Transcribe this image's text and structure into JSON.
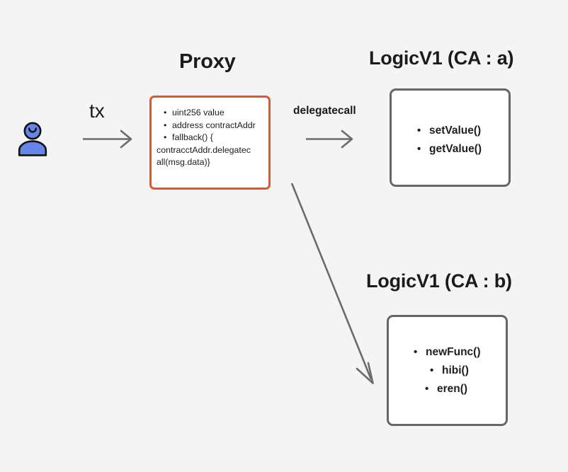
{
  "diagram": {
    "background_color": "#f4f4f4",
    "accent_orange": "#e2552b",
    "box_gray": "#666666",
    "arrow_gray": "#6b6b6b",
    "actor": {
      "icon": "person-icon",
      "color": "#6585e8"
    },
    "edges": [
      {
        "id": "tx",
        "label": "tx",
        "from": "user",
        "to": "proxy"
      },
      {
        "id": "delegatecall",
        "label": "delegatecall",
        "from": "proxy",
        "to": "logic-a"
      },
      {
        "id": "delegatecall-b",
        "label": "",
        "from": "proxy",
        "to": "logic-b"
      }
    ],
    "nodes": [
      {
        "id": "proxy",
        "title": "Proxy",
        "border_color": "#e2552b",
        "items": [
          {
            "text": "uint256 value",
            "bullet": true,
            "level": 0
          },
          {
            "text": "address contractAddr",
            "bullet": true,
            "level": 0
          },
          {
            "text": "fallback() {",
            "bullet": true,
            "level": 0
          },
          {
            "text": "contracctAddr.delegatec",
            "bullet": false,
            "level": 0
          },
          {
            "text": "all(msg.data)}",
            "bullet": false,
            "level": 0
          }
        ]
      },
      {
        "id": "logic-a",
        "title": "LogicV1 (CA : a)",
        "border_color": "#666666",
        "items": [
          {
            "text": "setValue()",
            "bullet": true,
            "level": 0
          },
          {
            "text": "getValue()",
            "bullet": true,
            "level": 0
          }
        ]
      },
      {
        "id": "logic-b",
        "title": "LogicV1 (CA : b)",
        "border_color": "#666666",
        "items": [
          {
            "text": "newFunc()",
            "bullet": true,
            "level": 0
          },
          {
            "text": "hibi()",
            "bullet": true,
            "level": 1
          },
          {
            "text": "eren()",
            "bullet": true,
            "level": 2
          }
        ]
      }
    ]
  }
}
